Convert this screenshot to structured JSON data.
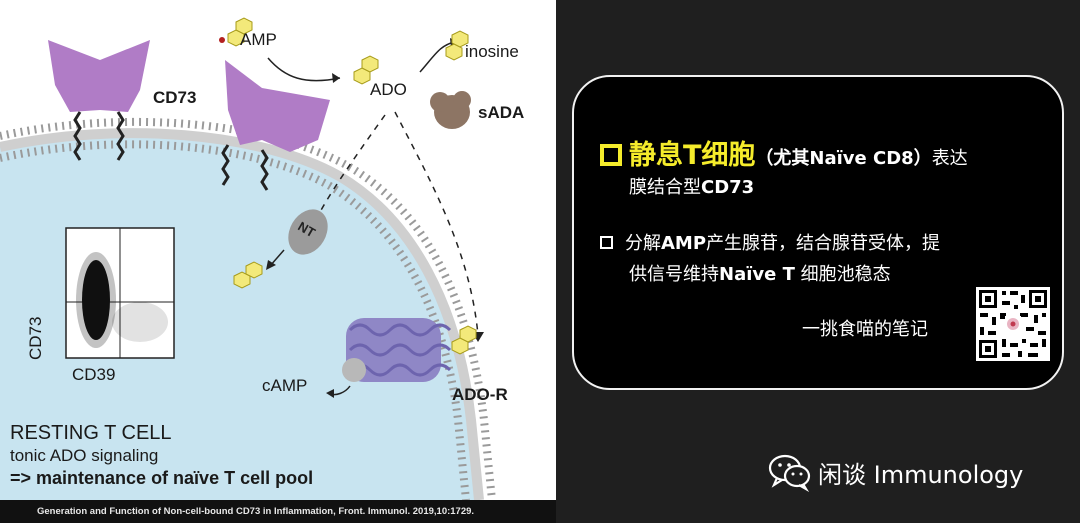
{
  "figure": {
    "labels": {
      "amp": "AMP",
      "ado": "ADO",
      "inosine": "inosine",
      "cd73": "CD73",
      "sada": "sADA",
      "nt": "NT",
      "camp": "cAMP",
      "ado_r": "ADO-R",
      "cd73_axis": "CD73",
      "cd39_axis": "CD39"
    },
    "summary": {
      "title": "RESTING T CELL",
      "line2": "tonic ADO signaling",
      "line3": "=> maintenance of naïve T cell pool"
    },
    "caption": "Generation and Function of Non-cell-bound CD73 in Inflammation, Front. Immunol. 2019,10:1729."
  },
  "callout": {
    "headline": "静息T细胞",
    "headline_paren": "（尤其Naïve CD8）",
    "headline_rest": "表达",
    "line2_prefix": "膜结合型",
    "line2_bold": "CD73",
    "bullet1_a": "分解",
    "bullet1_b": "AMP",
    "bullet1_c": "产生腺苷，结合腺苷受体，提",
    "bullet2_a": "供信号维持",
    "bullet2_b": "Naïve T",
    "bullet2_c": " 细胞池稳态",
    "signoff": "一挑食喵的笔记"
  },
  "brand": {
    "name": "闲谈 Immunology",
    "icon": "wechat-icon"
  },
  "colors": {
    "accent_yellow": "#f5ec2b",
    "membrane_cell": "#c8e4f0",
    "cd73_purple": "#b07cc6",
    "receptor_purple": "#8f87c6",
    "sada_brown": "#8d7564",
    "adenosine_yellow": "#f3e97a"
  }
}
